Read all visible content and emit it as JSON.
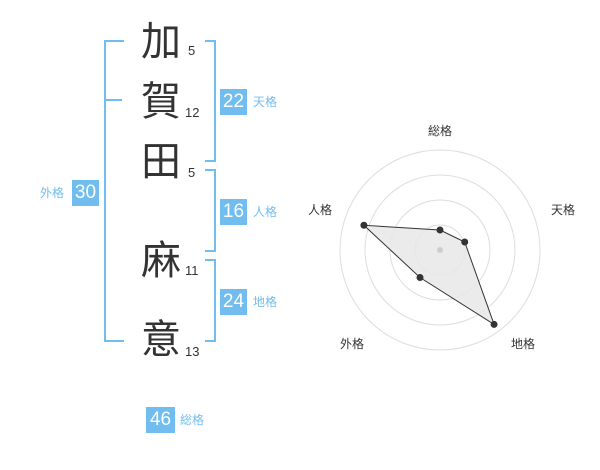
{
  "name": {
    "characters": [
      {
        "char": "加",
        "strokes": "5"
      },
      {
        "char": "賀",
        "strokes": "12"
      },
      {
        "char": "田",
        "strokes": "5"
      },
      {
        "char": "麻",
        "strokes": "11"
      },
      {
        "char": "意",
        "strokes": "13"
      }
    ]
  },
  "scores": {
    "tenkaku": {
      "value": "22",
      "label": "天格"
    },
    "jinkaku": {
      "value": "16",
      "label": "人格"
    },
    "chikaku": {
      "value": "24",
      "label": "地格"
    },
    "gaikaku": {
      "value": "30",
      "label": "外格"
    },
    "soukaku": {
      "value": "46",
      "label": "総格"
    }
  },
  "colors": {
    "accent": "#71bdf0",
    "radar_fill": "#e8e8e8",
    "radar_point": "#333333",
    "grid": "#dddddd"
  },
  "chart_data": {
    "type": "radar",
    "axes": [
      "総格",
      "天格",
      "地格",
      "外格",
      "人格"
    ],
    "values": [
      1.0,
      1.3,
      4.6,
      1.7,
      4.0
    ],
    "range": [
      0,
      5
    ],
    "rings": 4
  }
}
